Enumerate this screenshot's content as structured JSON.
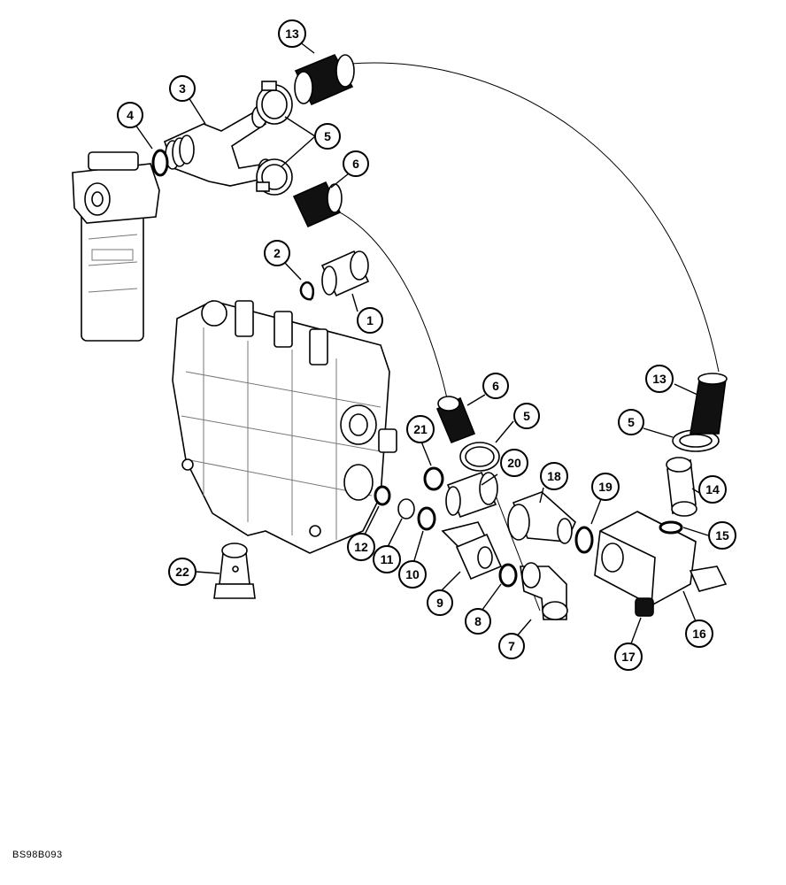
{
  "document_code": "BS98B093",
  "callouts": [
    {
      "id": "c1",
      "label": "1"
    },
    {
      "id": "c2",
      "label": "2"
    },
    {
      "id": "c3",
      "label": "3"
    },
    {
      "id": "c4",
      "label": "4"
    },
    {
      "id": "c5a",
      "label": "5"
    },
    {
      "id": "c6a",
      "label": "6"
    },
    {
      "id": "c13a",
      "label": "13"
    },
    {
      "id": "c6b",
      "label": "6"
    },
    {
      "id": "c5b",
      "label": "5"
    },
    {
      "id": "c21",
      "label": "21"
    },
    {
      "id": "c20",
      "label": "20"
    },
    {
      "id": "c18",
      "label": "18"
    },
    {
      "id": "c19",
      "label": "19"
    },
    {
      "id": "c13b",
      "label": "13"
    },
    {
      "id": "c5c",
      "label": "5"
    },
    {
      "id": "c14",
      "label": "14"
    },
    {
      "id": "c15",
      "label": "15"
    },
    {
      "id": "c16",
      "label": "16"
    },
    {
      "id": "c17",
      "label": "17"
    },
    {
      "id": "c7",
      "label": "7"
    },
    {
      "id": "c8",
      "label": "8"
    },
    {
      "id": "c9",
      "label": "9"
    },
    {
      "id": "c10",
      "label": "10"
    },
    {
      "id": "c11",
      "label": "11"
    },
    {
      "id": "c12",
      "label": "12"
    },
    {
      "id": "c22",
      "label": "22"
    }
  ]
}
